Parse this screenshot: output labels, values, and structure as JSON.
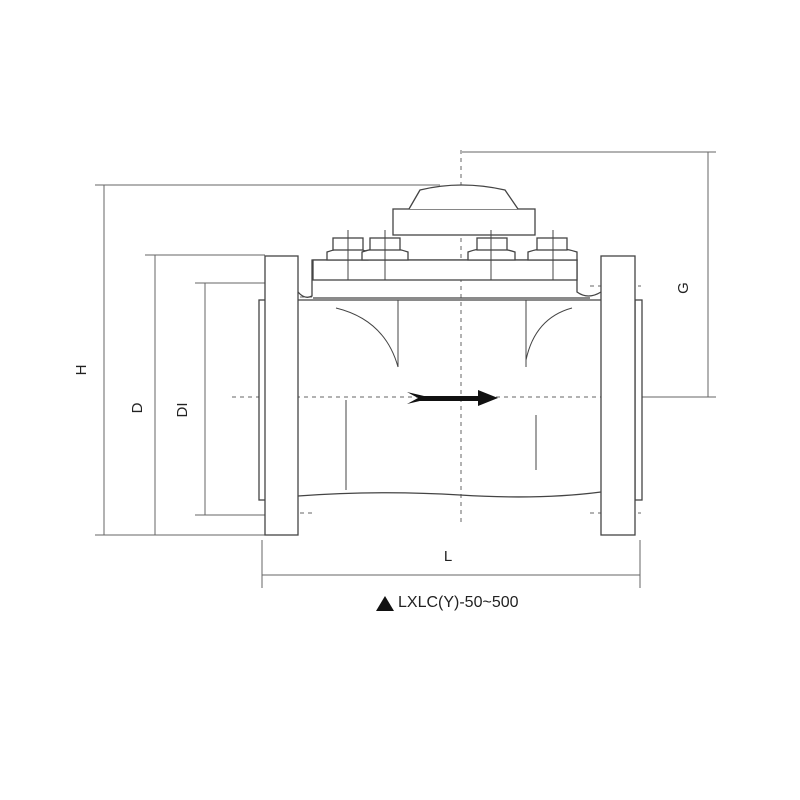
{
  "labels": {
    "H": "H",
    "D": "D",
    "DI": "DI",
    "G": "G",
    "L": "L"
  },
  "caption": "LXLC(Y)-50~500",
  "caption_icon": "triangle-icon",
  "colors": {
    "line": "#555555",
    "arrow": "#111111"
  }
}
